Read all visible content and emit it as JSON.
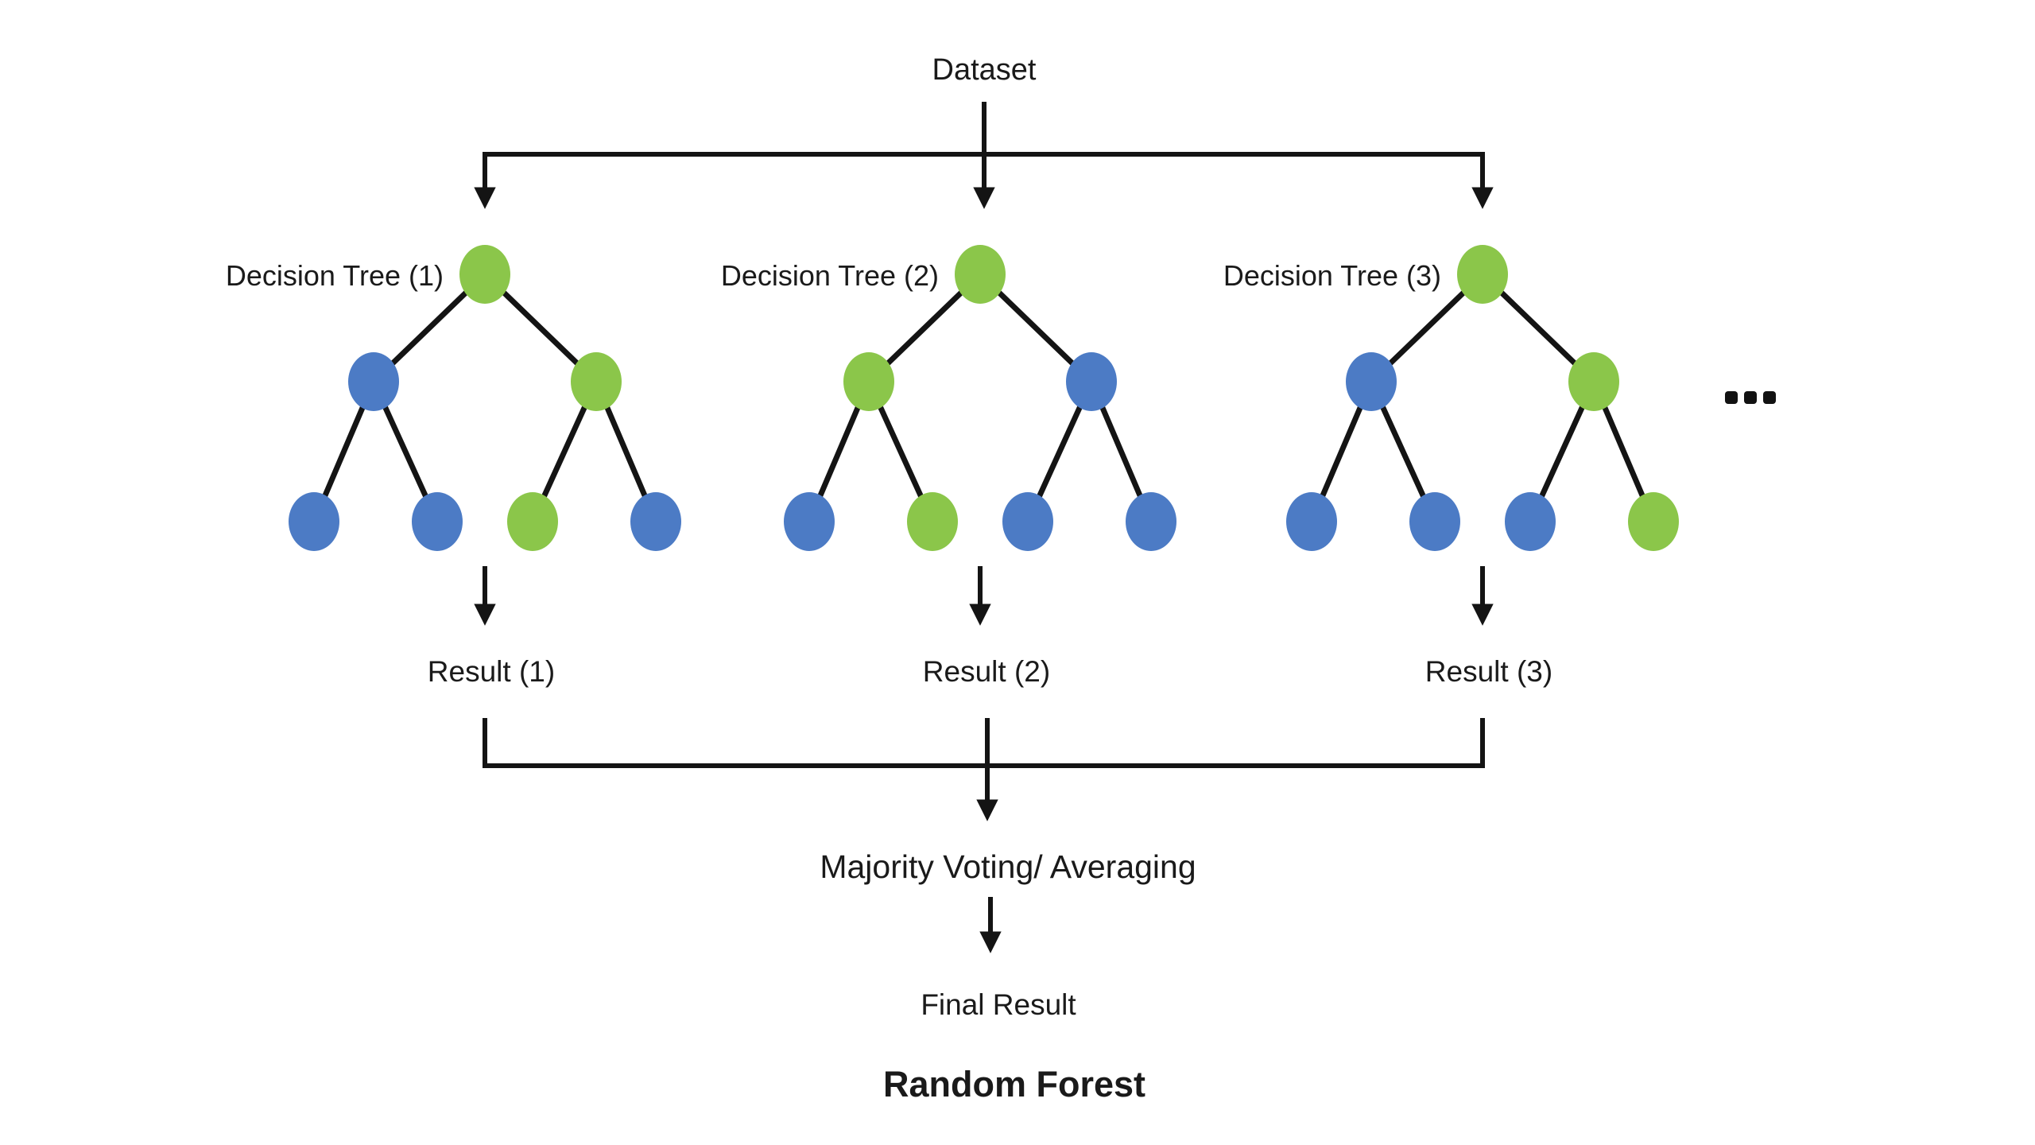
{
  "diagram": {
    "title": "Random Forest",
    "top_label": "Dataset",
    "majority_label": "Majority Voting/ Averaging",
    "final_label": "Final Result",
    "caption": "Random Forest",
    "ellipsis": "..."
  },
  "colors": {
    "green_node": "#8bc64a",
    "blue_node": "#4c7bc5",
    "line": "#141414",
    "text": "#1a1a1a",
    "background": "#ffffff"
  },
  "trees": [
    {
      "label": "Decision Tree (1)",
      "result_label": "Result (1)",
      "nodes": {
        "root": "green",
        "children": [
          "blue",
          "green"
        ],
        "leaves": [
          "blue",
          "blue",
          "green",
          "blue"
        ]
      }
    },
    {
      "label": "Decision Tree (2)",
      "result_label": "Result (2)",
      "nodes": {
        "root": "green",
        "children": [
          "green",
          "blue"
        ],
        "leaves": [
          "blue",
          "green",
          "blue",
          "blue"
        ]
      }
    },
    {
      "label": "Decision Tree (3)",
      "result_label": "Result (3)",
      "nodes": {
        "root": "green",
        "children": [
          "blue",
          "green"
        ],
        "leaves": [
          "blue",
          "blue",
          "blue",
          "green"
        ]
      }
    }
  ]
}
